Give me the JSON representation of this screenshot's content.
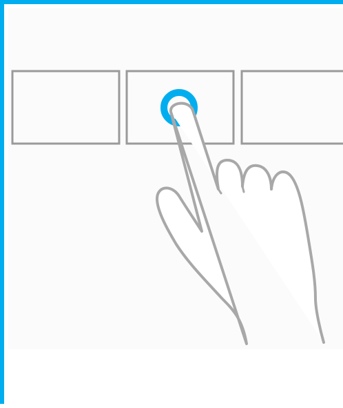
{
  "colors": {
    "accent": "#00AEEF",
    "tile_stroke": "#9a9a9a",
    "hand_stroke": "#a8a8a8",
    "background": "#ffffff",
    "panel": "#fbfbfb"
  },
  "icons": {
    "tap_target": "tap-ring-icon",
    "hand": "pointing-hand-icon"
  },
  "tiles": [
    {
      "id": "tile-left"
    },
    {
      "id": "tile-middle",
      "active": true
    },
    {
      "id": "tile-right"
    }
  ]
}
